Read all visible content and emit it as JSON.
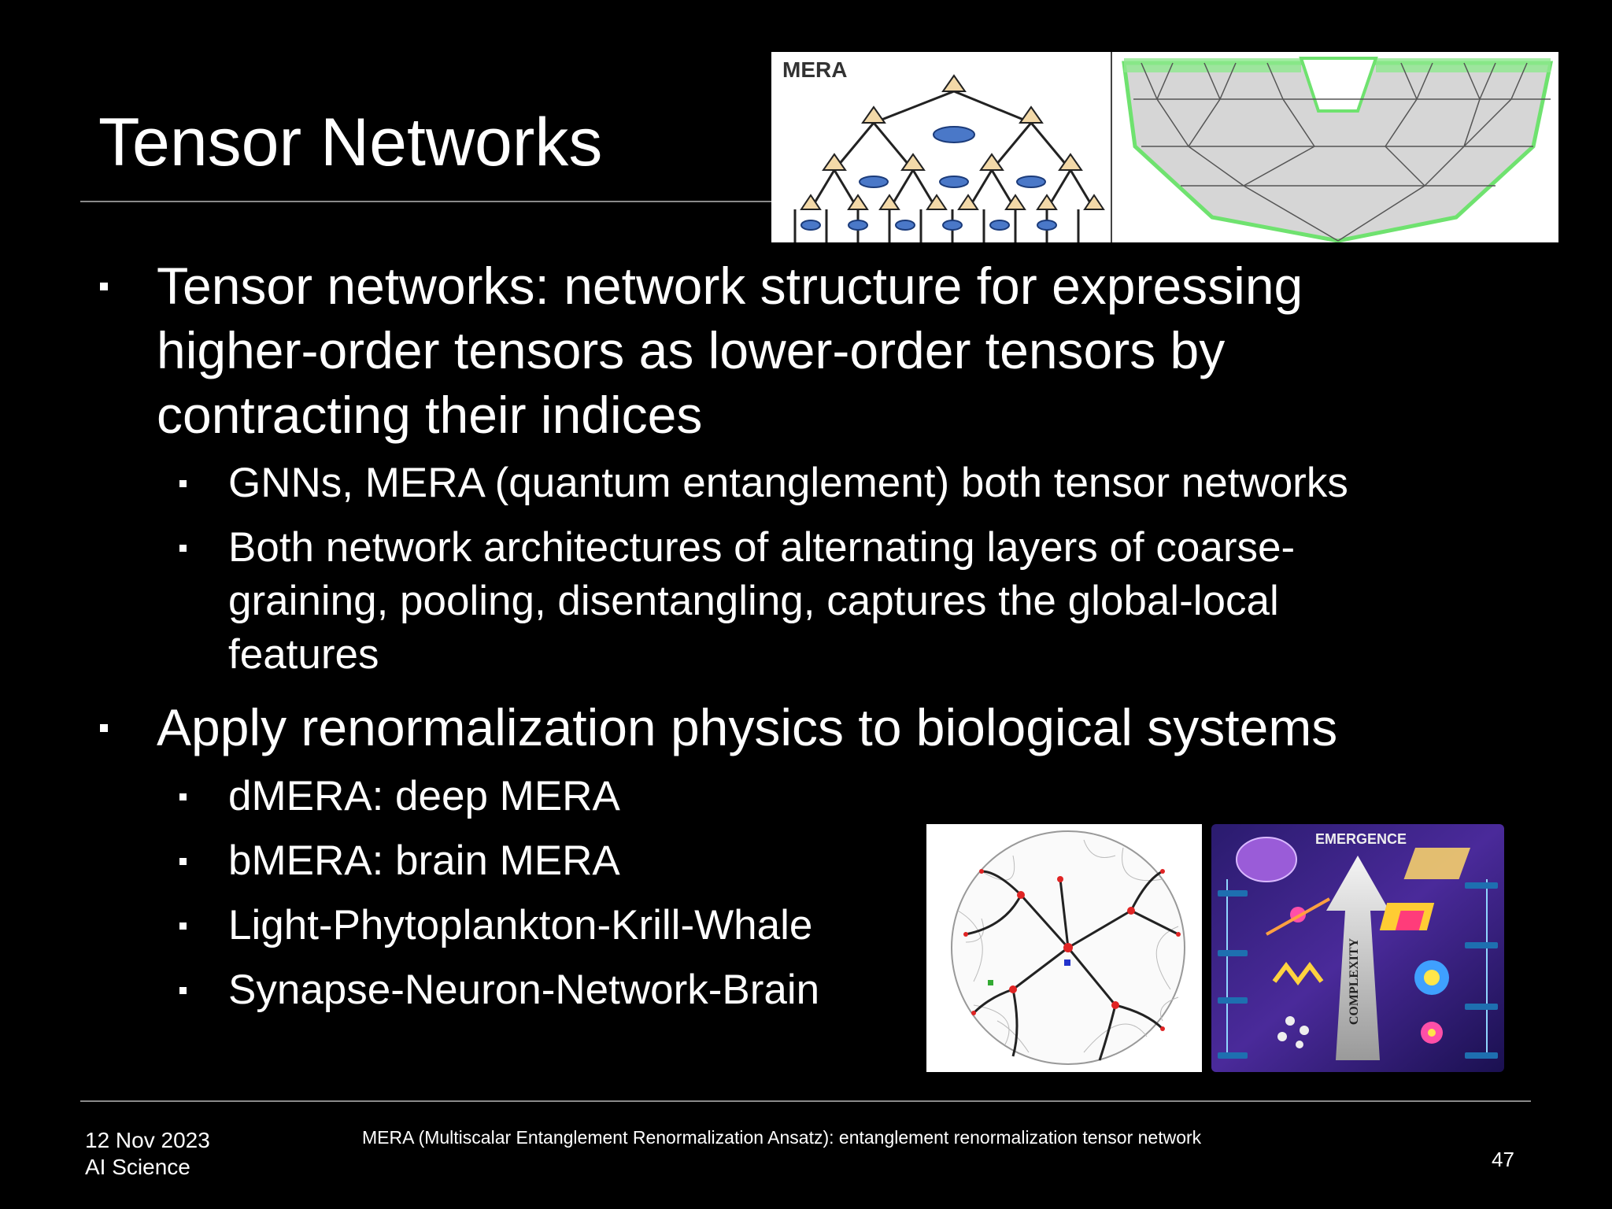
{
  "slide": {
    "title": "Tensor Networks",
    "bullets": [
      {
        "text": "Tensor networks: network structure for expressing higher-order tensors as lower-order tensors by contracting their indices",
        "sub": [
          "GNNs, MERA (quantum entanglement) both tensor networks",
          "Both network architectures of alternating layers of coarse-graining, pooling, disentangling, captures the global-local features"
        ]
      },
      {
        "text": "Apply renormalization physics to biological systems",
        "sub": [
          "dMERA: deep MERA",
          "bMERA: brain MERA",
          "Light-Phytoplankton-Krill-Whale",
          "Synapse-Neuron-Network-Brain"
        ]
      }
    ]
  },
  "figures": {
    "mera_label": "MERA",
    "emergence_title": "EMERGENCE",
    "complexity_label": "COMPLEXITY"
  },
  "footer": {
    "date": "12 Nov 2023",
    "org": "AI Science",
    "note": "MERA (Multiscalar Entanglement Renormalization Ansatz): entanglement renormalization tensor network",
    "page": "47"
  },
  "colors": {
    "background": "#000000",
    "text": "#ffffff",
    "rule": "#8a8a8a",
    "mera_node": "#f3d9a8",
    "mera_ellipse": "#4a78c8",
    "causal_cone": "#6fe26f",
    "emergence_bg": "#2a1b6e"
  }
}
